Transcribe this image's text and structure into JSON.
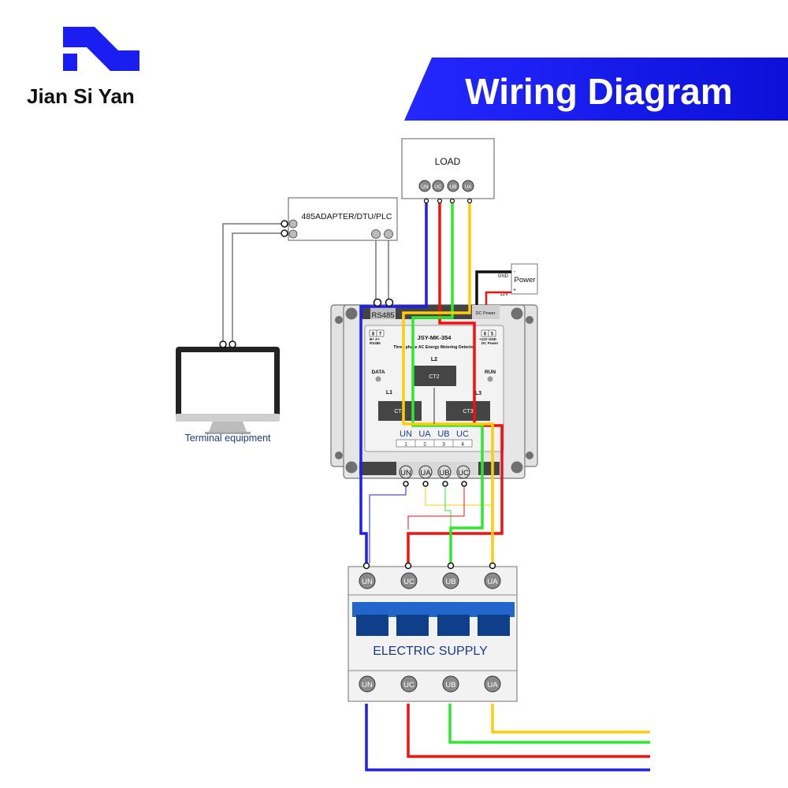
{
  "brand": {
    "name": "Jian Si Yan",
    "color": "#1b1ef0",
    "icon": "brand-logo-icon"
  },
  "banner": {
    "title": "Wiring Diagram",
    "color": "#1418f4"
  },
  "colors": {
    "blue": "#1e1ef2",
    "red": "#f21010",
    "green": "#2ee82e",
    "yellow": "#ffcc0a",
    "black": "#111111",
    "gray": "#777777",
    "terminal": "#8a8a8a"
  },
  "load": {
    "label": "LOAD",
    "terminals": [
      "UN",
      "UC",
      "UB",
      "UA"
    ]
  },
  "adapter": {
    "label": "485ADAPTER/DTU/PLC"
  },
  "power": {
    "label": "Power",
    "gnd": "GND",
    "v12": "12V",
    "minus": "-",
    "plus": "+"
  },
  "terminal_equipment": {
    "label": "Terminal equipment"
  },
  "meter": {
    "rs485_label": "RS485",
    "dc_power_label": "DC Power",
    "model": "JSY-MK-354",
    "subtitle": "Three phase AC Energy Metering Detector",
    "rs485_pins": {
      "n8": "8",
      "n7": "7",
      "pin_labels": "B+   A+",
      "caption": "RS485"
    },
    "dc_pins": {
      "n6": "6",
      "n5": "5",
      "pin_labels": "+12V GND",
      "caption": "DC Power"
    },
    "data_label": "DATA",
    "run_label": "RUN",
    "l1": "L1",
    "l2": "L2",
    "l3": "L3",
    "ct1": "CT1",
    "ct2": "CT2",
    "ct3": "CT3",
    "voltage_terms": [
      "UN",
      "UA",
      "UB",
      "UC"
    ],
    "voltage_nums": [
      "1",
      "2",
      "3",
      "4"
    ],
    "bottom_terms": [
      "UN",
      "UA",
      "UB",
      "UC"
    ]
  },
  "supply": {
    "label": "ELECTRIC SUPPLY",
    "top_terms": [
      "UN",
      "UC",
      "UB",
      "UA"
    ],
    "bottom_terms": [
      "UN",
      "UC",
      "UB",
      "UA"
    ]
  }
}
